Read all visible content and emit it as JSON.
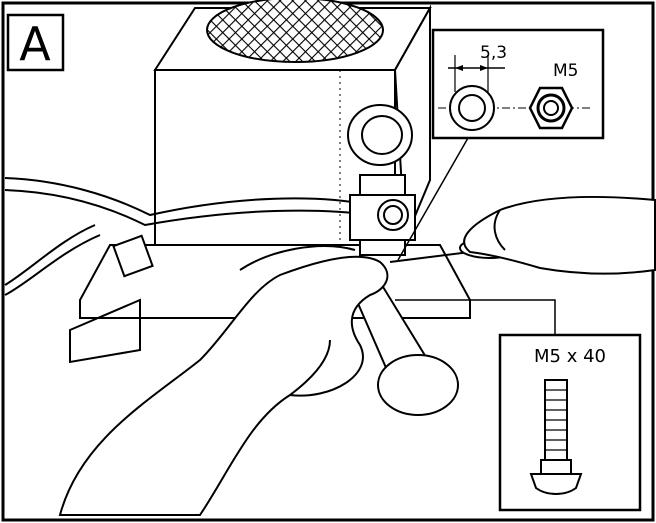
{
  "panel_label": "A",
  "detail_washer_nut": {
    "dimension_label": "5,3",
    "nut_label": "M5"
  },
  "detail_bolt": {
    "bolt_label": "M5 x 40"
  },
  "colors": {
    "ink": "#000000",
    "paper": "#ffffff"
  }
}
